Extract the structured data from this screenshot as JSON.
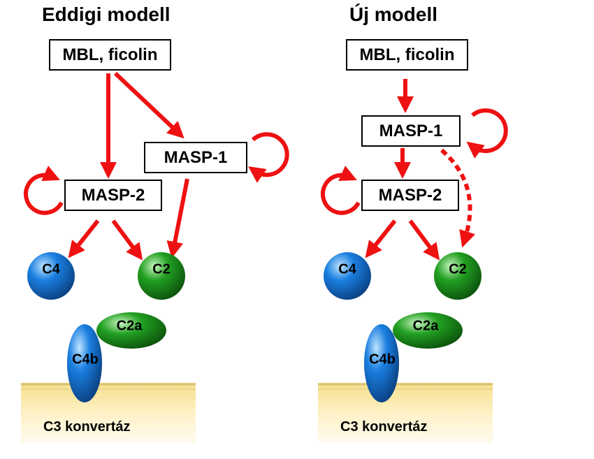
{
  "colors": {
    "arrow": "#ee1111",
    "blue_molecule": "#1a7fe0",
    "green_molecule": "#22a022",
    "membrane": "#fbeaa8"
  },
  "left_panel": {
    "title": "Eddigi modell",
    "mbl_box": "MBL, ficolin",
    "masp1_box": "MASP-1",
    "masp2_box": "MASP-2",
    "c4": "C4",
    "c2": "C2",
    "c2a": "C2a",
    "c4b": "C4b",
    "membrane_label": "C3 konvertáz"
  },
  "right_panel": {
    "title": "Új modell",
    "mbl_box": "MBL, ficolin",
    "masp1_box": "MASP-1",
    "masp2_box": "MASP-2",
    "c4": "C4",
    "c2": "C2",
    "c2a": "C2a",
    "c4b": "C4b",
    "membrane_label": "C3 konvertáz"
  }
}
